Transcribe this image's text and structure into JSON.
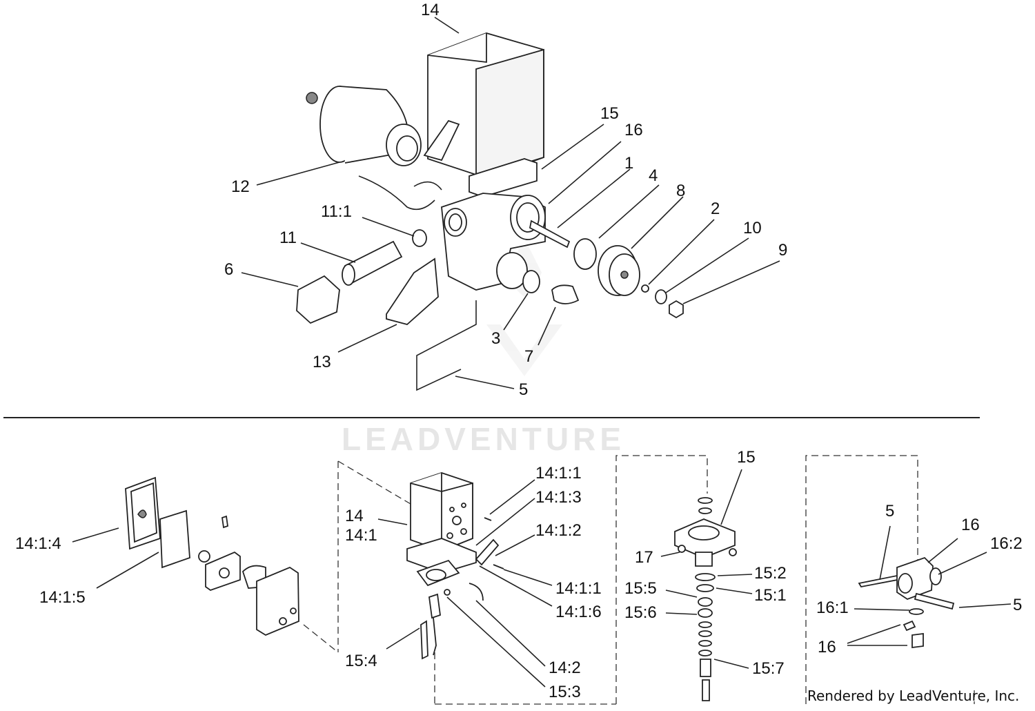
{
  "diagram": {
    "upper_labels": [
      "14",
      "15",
      "16",
      "1",
      "4",
      "8",
      "2",
      "10",
      "9",
      "12",
      "11:1",
      "11",
      "6",
      "3",
      "7",
      "13",
      "5"
    ],
    "lower_left_labels": [
      "14:1:4",
      "14:1:5"
    ],
    "lower_mid_labels": [
      "14:1:1",
      "14:1:3",
      "14",
      "14:1",
      "14:1:2",
      "14:1:1",
      "14:1:6",
      "15:4",
      "14:2",
      "15:3"
    ],
    "lower_right_a_labels": [
      "15",
      "17",
      "15:2",
      "15:5",
      "15:1",
      "15:6",
      "15:7"
    ],
    "lower_right_b_labels": [
      "5",
      "16",
      "16:2",
      "16:1",
      "5",
      "16"
    ],
    "watermark": "LEADVENTURE",
    "credit": "Rendered by LeadVenture, Inc."
  },
  "icons": [
    "solenoid-valve-assembly",
    "pump-motor",
    "filter-screen",
    "hose-fitting",
    "mounting-bracket",
    "cover-gasket"
  ]
}
